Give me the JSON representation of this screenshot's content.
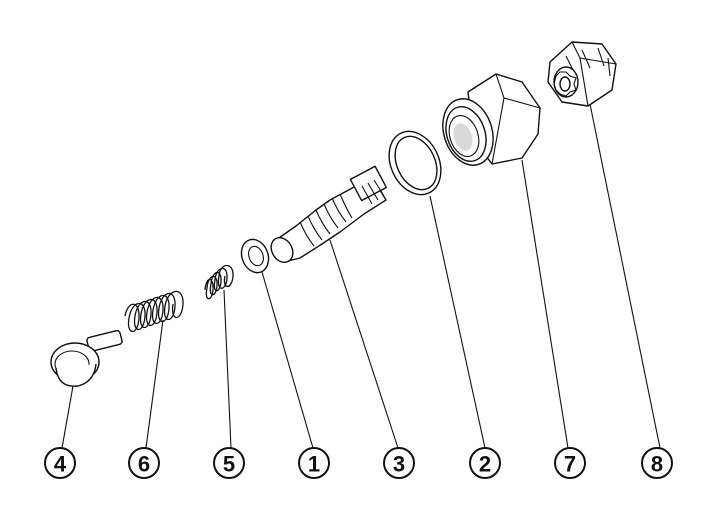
{
  "callouts": [
    {
      "id": "4",
      "label": "4"
    },
    {
      "id": "6",
      "label": "6"
    },
    {
      "id": "5",
      "label": "5"
    },
    {
      "id": "1",
      "label": "1"
    },
    {
      "id": "3",
      "label": "3"
    },
    {
      "id": "2",
      "label": "2"
    },
    {
      "id": "7",
      "label": "7"
    },
    {
      "id": "8",
      "label": "8"
    }
  ],
  "colors": {
    "line": "#111111",
    "background": "#ffffff"
  }
}
